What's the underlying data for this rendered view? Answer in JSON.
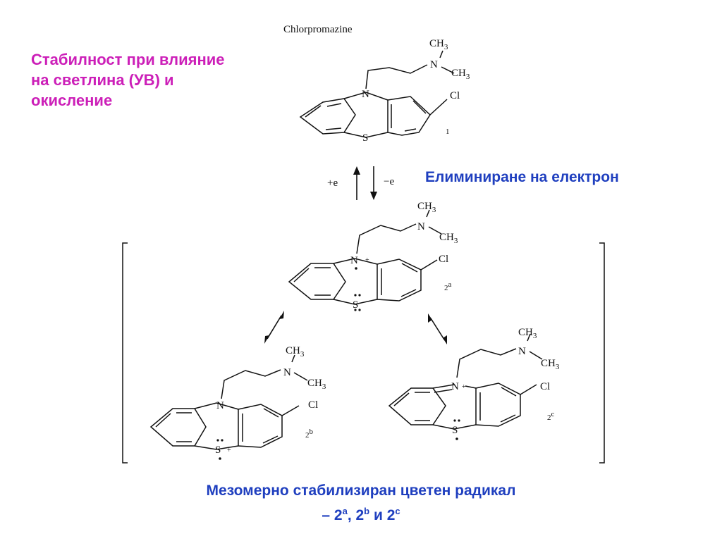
{
  "note_title": "Стабилност при влияние на светлина (УВ) и окисление",
  "elimination_label": "Елиминиране на електрон",
  "footer": {
    "line1": "Мезомерно стабилизиран цветен радикал",
    "line2_prefix": "– 2",
    "sup_a": "a",
    "sep1": ", 2",
    "sup_b": "b",
    "sep2": " и 2",
    "sup_c": "c"
  },
  "structures": {
    "compound_name": "Chlorpromazine",
    "label_1": "1",
    "label_2a_num": "2",
    "label_2a_sup": "a",
    "label_2b_num": "2",
    "label_2b_sup": "b",
    "label_2c_num": "2",
    "label_2c_sup": "c",
    "atom_N": "N",
    "atom_S": "S",
    "atom_Cl": "Cl",
    "methyl": "CH",
    "methyl_sub": "3",
    "plus": "+"
  },
  "equilibrium": {
    "plus_e": "+e",
    "minus_e": "−e"
  }
}
